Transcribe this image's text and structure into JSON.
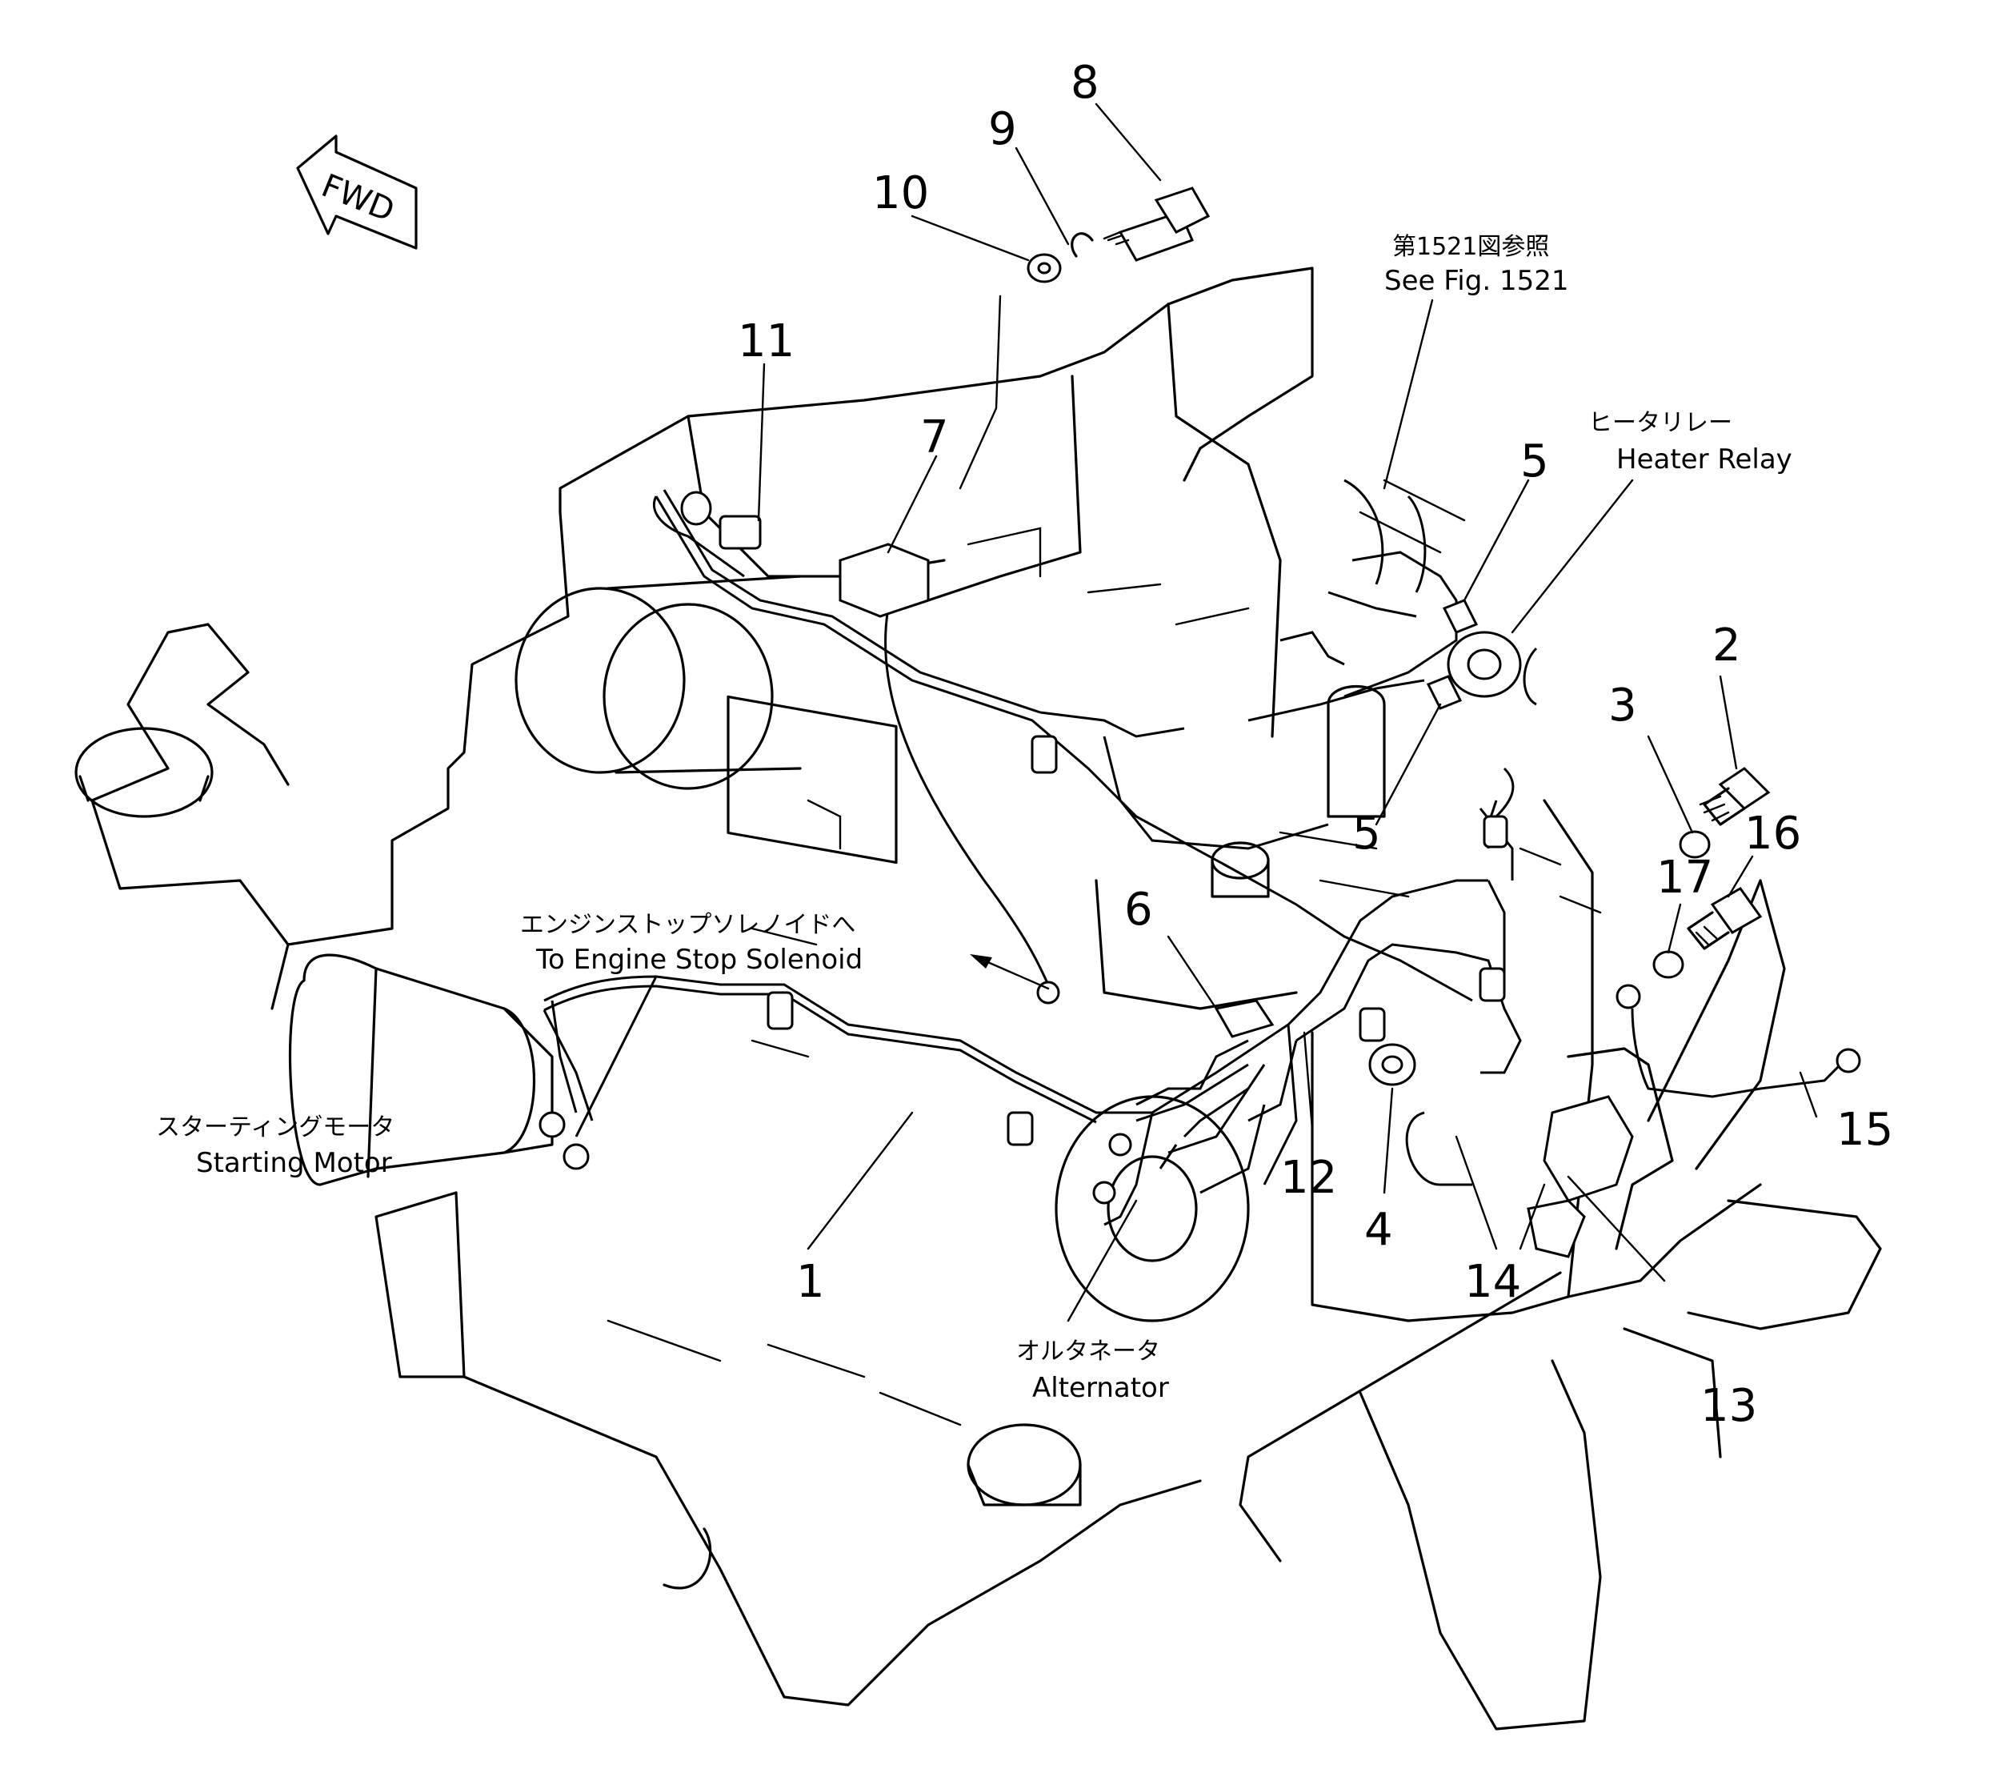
{
  "labels": {
    "fwd": "FWD",
    "see_fig_jp": "第1521図参照",
    "see_fig_en": "See Fig. 1521",
    "heater_relay_jp": "ヒータリレー",
    "heater_relay_en": "Heater Relay",
    "stop_solenoid_jp": "エンジンストップソレノイドへ",
    "stop_solenoid_en": "To Engine Stop Solenoid",
    "starting_motor_jp": "スターティングモータ",
    "starting_motor_en": "Starting Motor",
    "alternator_jp": "オルタネータ",
    "alternator_en": "Alternator"
  },
  "callouts": {
    "c1": "1",
    "c2": "2",
    "c3": "3",
    "c4": "4",
    "c5a": "5",
    "c5b": "5",
    "c6": "6",
    "c7": "7",
    "c8": "8",
    "c9": "9",
    "c10": "10",
    "c11": "11",
    "c12": "12",
    "c13": "13",
    "c14": "14",
    "c15": "15",
    "c16": "16",
    "c17": "17"
  },
  "colors": {
    "ink": "#000000",
    "paper": "#ffffff"
  }
}
